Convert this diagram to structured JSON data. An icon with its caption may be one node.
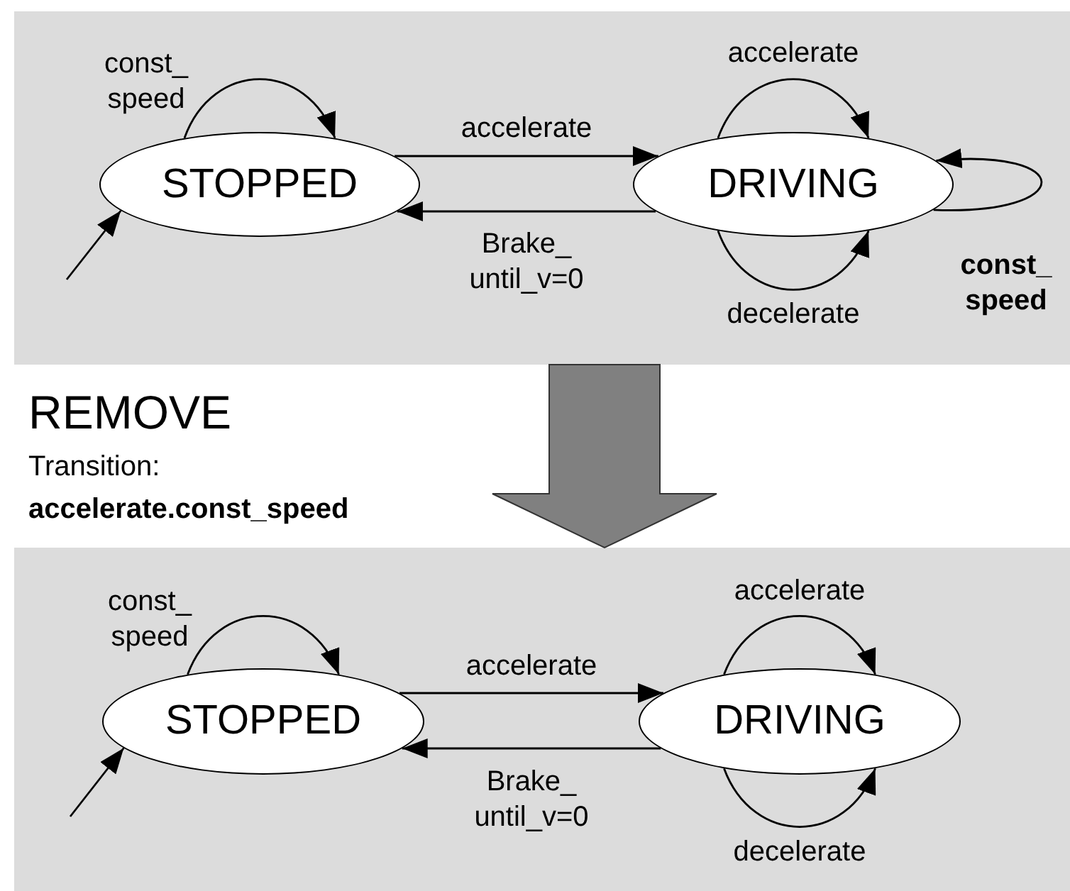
{
  "diagram": {
    "nodes": [
      {
        "text": [],
        "shape": "box"
      },
      {
        "text": [
          "STOPPED"
        ],
        "in": 0
      },
      {
        "text": [
          "DRIVING"
        ],
        "in": 0
      },
      {
        "text": [],
        "shape": "box"
      },
      {
        "text": [
          "STOPPED"
        ],
        "in": 3
      },
      {
        "text": [
          "DRIVING"
        ],
        "in": 3
      }
    ],
    "edges": [
      {
        "from": null,
        "to": 1,
        "arrow": "to"
      },
      {
        "from": 1,
        "to": 1,
        "label": "const_ speed",
        "arrow": "to"
      },
      {
        "from": 1,
        "to": 2,
        "label": "accelerate",
        "arrow": "to"
      },
      {
        "from": 2,
        "to": 1,
        "label": "Brake_ until_v=0",
        "arrow": "to"
      },
      {
        "from": 2,
        "to": 2,
        "label": "accelerate",
        "arrow": "to"
      },
      {
        "from": 2,
        "to": 2,
        "label": "decelerate",
        "arrow": "to"
      },
      {
        "from": 2,
        "to": 2,
        "label": "**const_ speed**",
        "arrow": "to"
      },
      {
        "from": 0,
        "to": 3,
        "arrow": "to",
        "style": "thick",
        "color": "#808080"
      },
      {
        "from": null,
        "to": 4,
        "arrow": "to"
      },
      {
        "from": 4,
        "to": 4,
        "label": "const_ speed",
        "arrow": "to"
      },
      {
        "from": 4,
        "to": 5,
        "label": "accelerate",
        "arrow": "to"
      },
      {
        "from": 5,
        "to": 4,
        "label": "Brake_ until_v=0",
        "arrow": "to"
      },
      {
        "from": 5,
        "to": 5,
        "label": "accelerate",
        "arrow": "to"
      },
      {
        "from": 5,
        "to": 5,
        "label": "decelerate",
        "arrow": "to"
      }
    ],
    "labels": [
      "REMOVE",
      "Transition:",
      "accelerate.const_speed"
    ]
  }
}
